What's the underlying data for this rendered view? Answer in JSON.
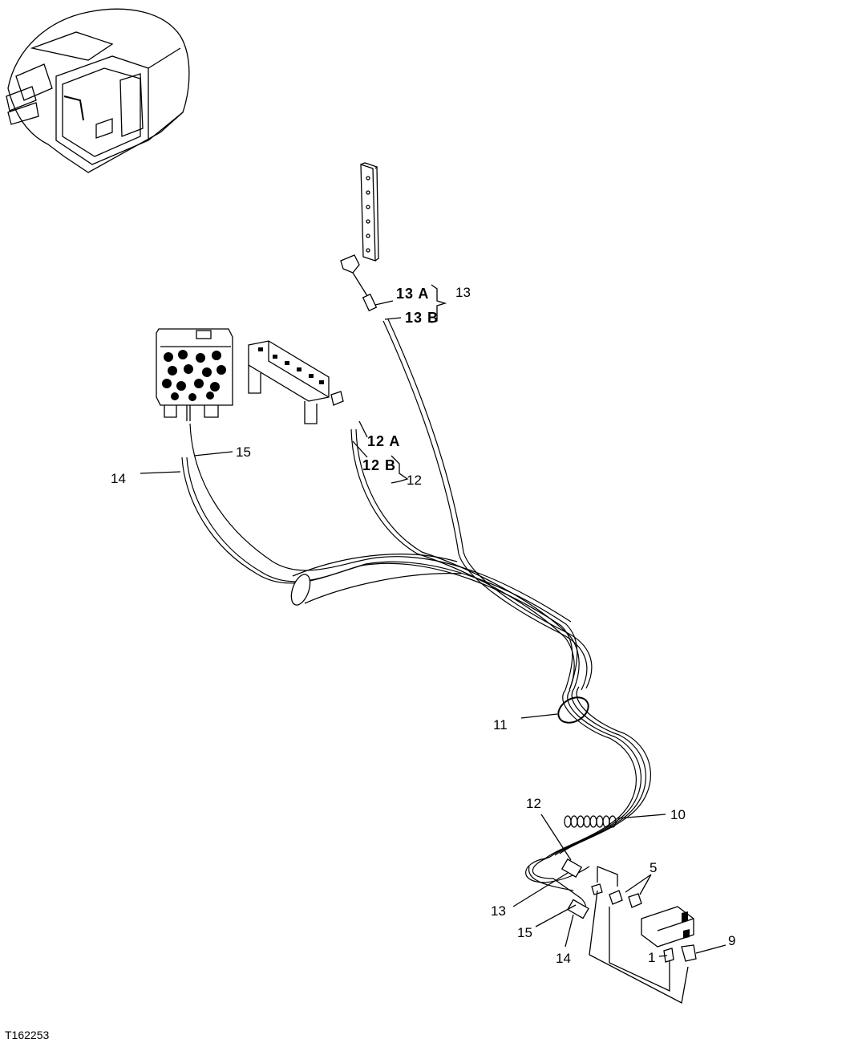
{
  "figure": {
    "id": "T162253",
    "callouts": {
      "c1": "1",
      "c5": "5",
      "c9": "9",
      "c10": "10",
      "c11": "11",
      "c12_top": "12",
      "c12_bottom": "12",
      "c12A": "12 A",
      "c12B": "12 B",
      "c13_top": "13",
      "c13_bottom": "13",
      "c13A": "13 A",
      "c13B": "13 B",
      "c14_top": "14",
      "c14_bottom": "14",
      "c15_top": "15",
      "c15_bottom": "15"
    }
  }
}
